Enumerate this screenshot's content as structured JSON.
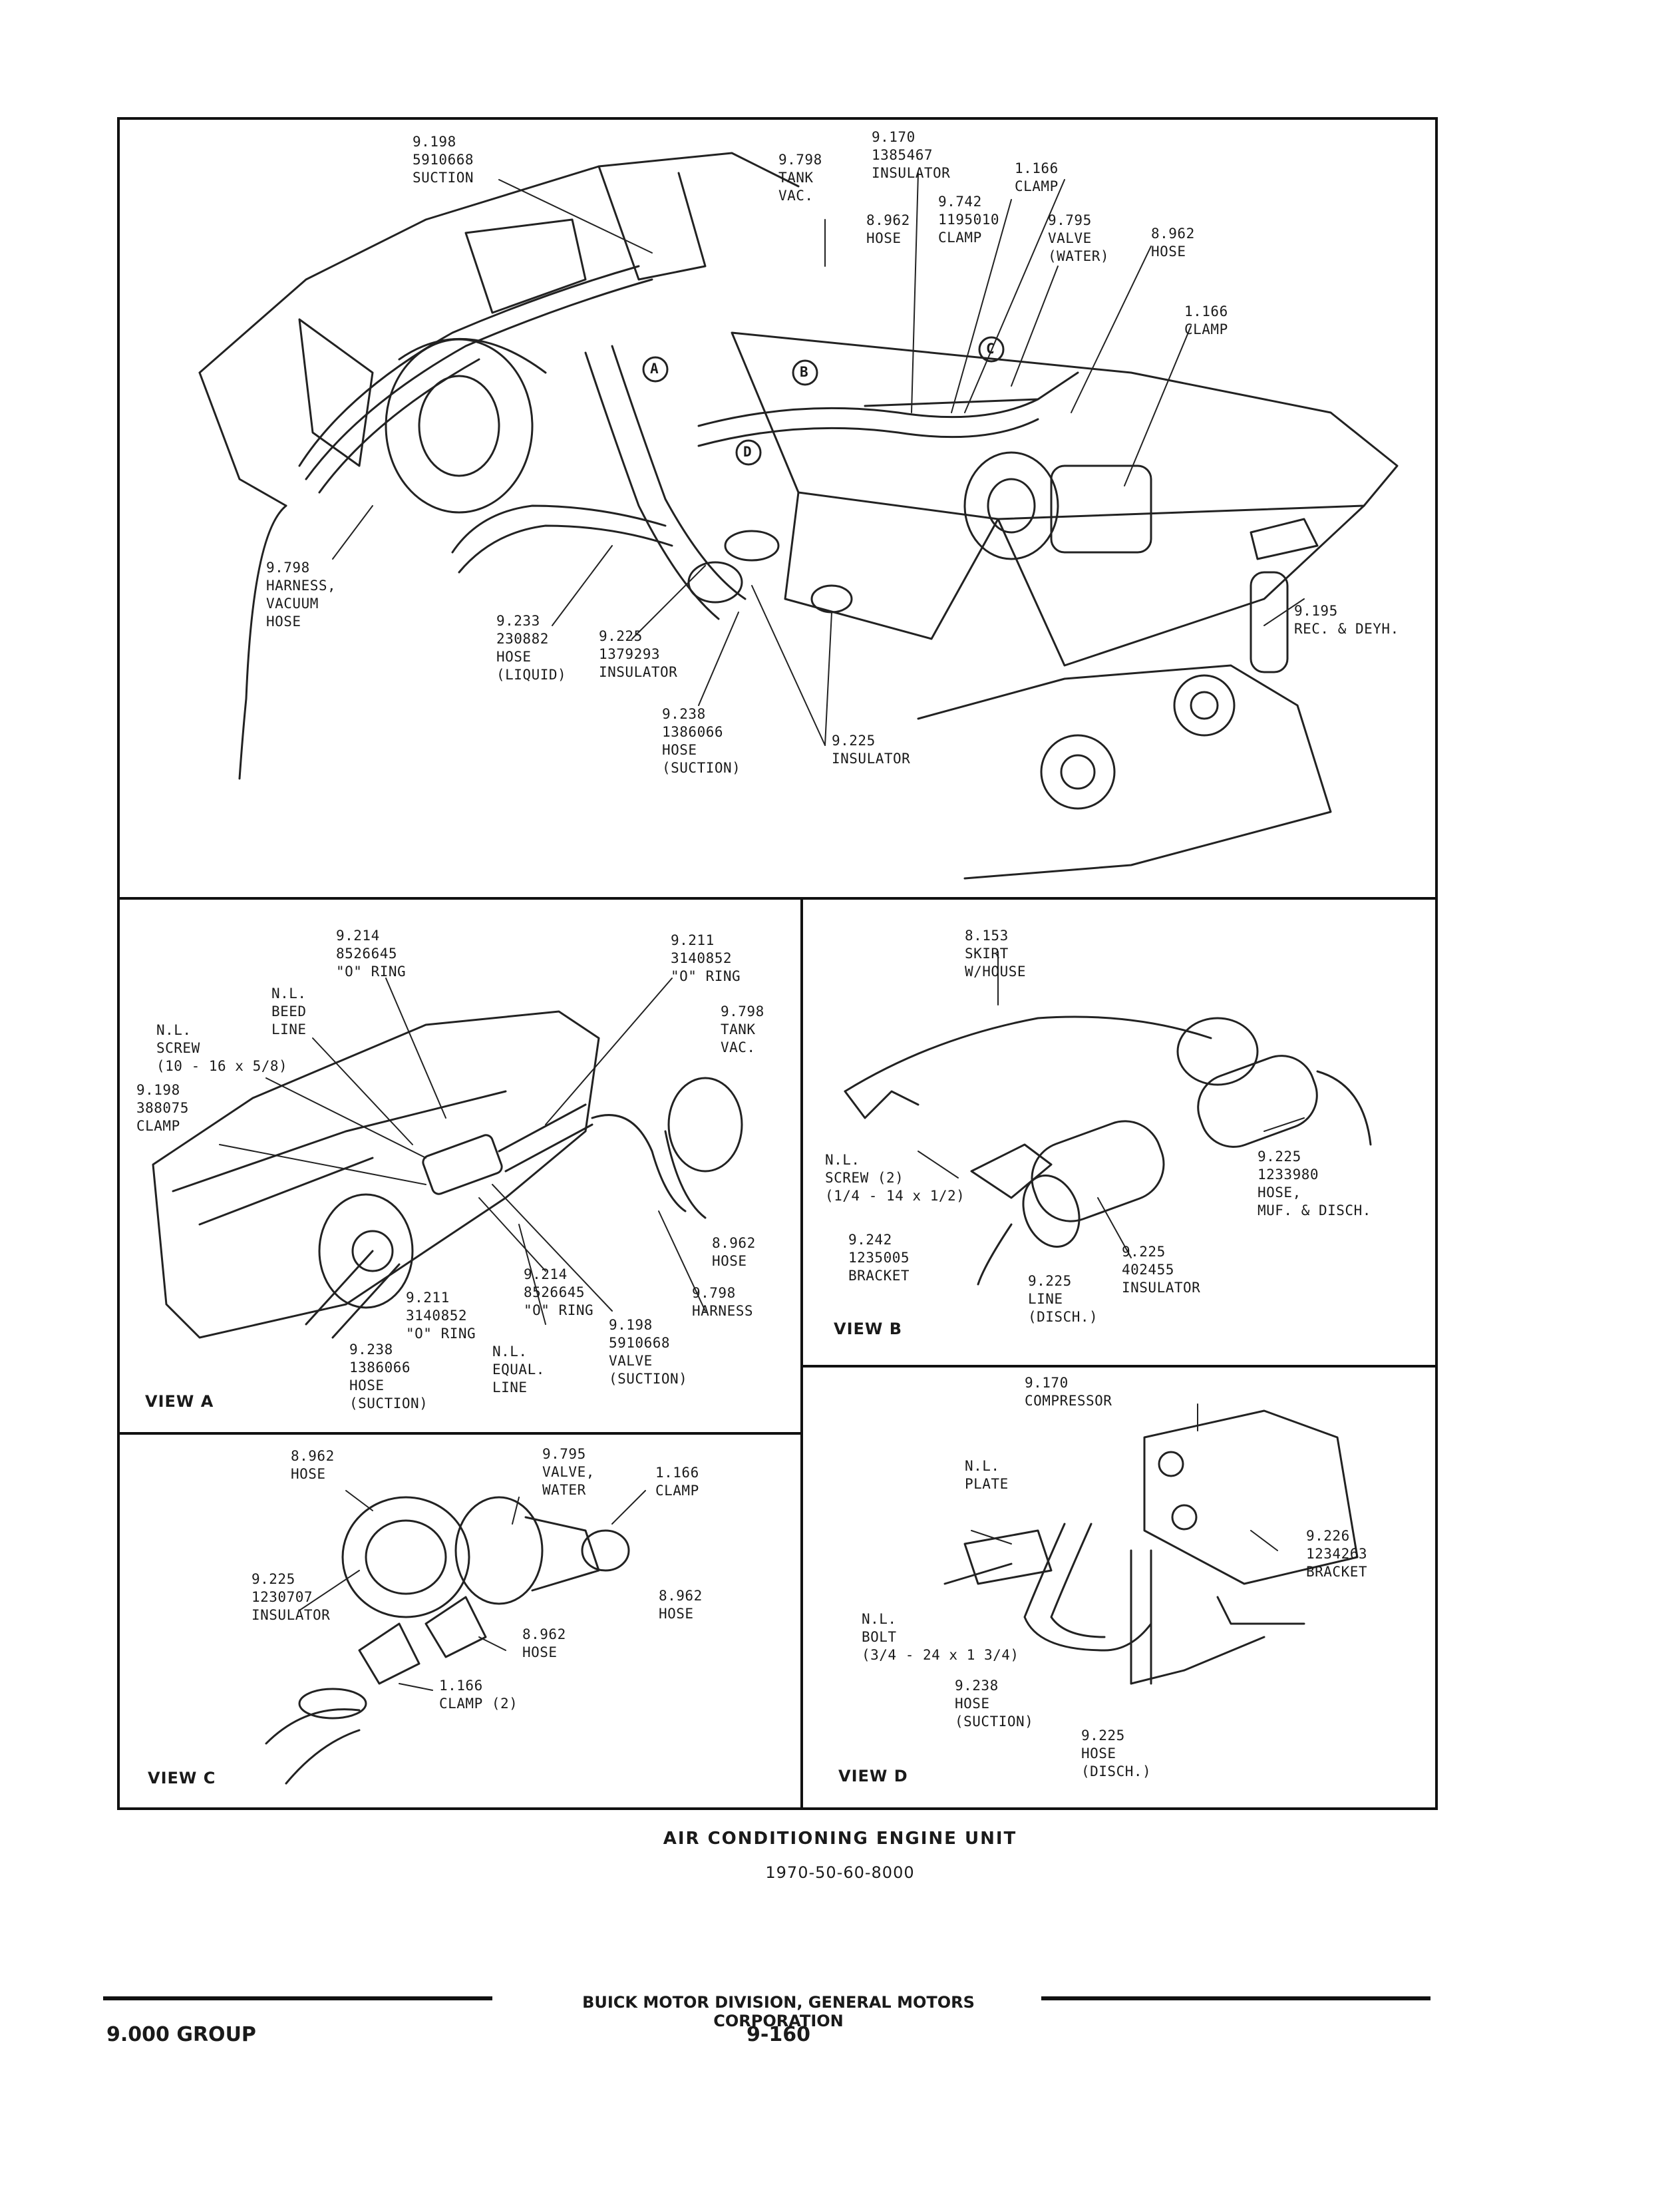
{
  "caption": {
    "title": "AIR CONDITIONING ENGINE UNIT",
    "code": "1970-50-60-8000"
  },
  "footer": {
    "group": "9.000 GROUP",
    "division": "BUICK MOTOR DIVISION, GENERAL MOTORS CORPORATION",
    "page": "9-160"
  },
  "main_view": {
    "callouts": [
      "9.198\n5910668\nSUCTION",
      "9.798\nTANK\nVAC.",
      "9.170\n1385467\nINSULATOR",
      "1.166\nCLAMP",
      "8.962\nHOSE",
      "9.742\n1195010\nCLAMP",
      "9.795\nVALVE\n(WATER)",
      "8.962\nHOSE",
      "1.166\nCLAMP",
      "9.798\nHARNESS,\nVACUUM\nHOSE",
      "9.233\n230882\nHOSE\n(LIQUID)",
      "9.225\n1379293\nINSULATOR",
      "9.238\n1386066\nHOSE\n(SUCTION)",
      "9.225\nINSULATOR",
      "9.195\nREC. & DEYH."
    ],
    "markers": [
      "A",
      "B",
      "C",
      "D"
    ]
  },
  "view_a": {
    "title": "VIEW A",
    "callouts": [
      "9.214\n8526645\n\"O\" RING",
      "9.211\n3140852\n\"O\" RING",
      "N.L.\nBEED\nLINE",
      "N.L.\nSCREW\n(10 - 16 x 5/8)",
      "9.798\nTANK\nVAC.",
      "9.198\n388075\nCLAMP",
      "8.962\nHOSE",
      "9.214\n8526645\n\"O\" RING",
      "9.211\n3140852\n\"O\" RING",
      "9.798\nHARNESS",
      "9.198\n5910668\nVALVE\n(SUCTION)",
      "9.238\n1386066\nHOSE\n(SUCTION)",
      "N.L.\nEQUAL.\nLINE"
    ]
  },
  "view_b": {
    "title": "VIEW B",
    "callouts": [
      "8.153\nSKIRT\nW/HOUSE",
      "N.L.\nSCREW (2)\n(1/4 - 14 x 1/2)",
      "9.225\n1233980\nHOSE,\nMUF. & DISCH.",
      "9.242\n1235005\nBRACKET",
      "9.225\n402455\nINSULATOR",
      "9.225\nLINE\n(DISCH.)"
    ]
  },
  "view_c": {
    "title": "VIEW C",
    "callouts": [
      "8.962\nHOSE",
      "9.795\nVALVE,\nWATER",
      "1.166\nCLAMP",
      "9.225\n1230707\nINSULATOR",
      "8.962\nHOSE",
      "8.962\nHOSE",
      "1.166\nCLAMP (2)"
    ]
  },
  "view_d": {
    "title": "VIEW D",
    "callouts": [
      "9.170\nCOMPRESSOR",
      "N.L.\nPLATE",
      "9.226\n1234263\nBRACKET",
      "N.L.\nBOLT\n(3/4 - 24 x 1 3/4)",
      "9.238\nHOSE\n(SUCTION)",
      "9.225\nHOSE\n(DISCH.)"
    ]
  }
}
